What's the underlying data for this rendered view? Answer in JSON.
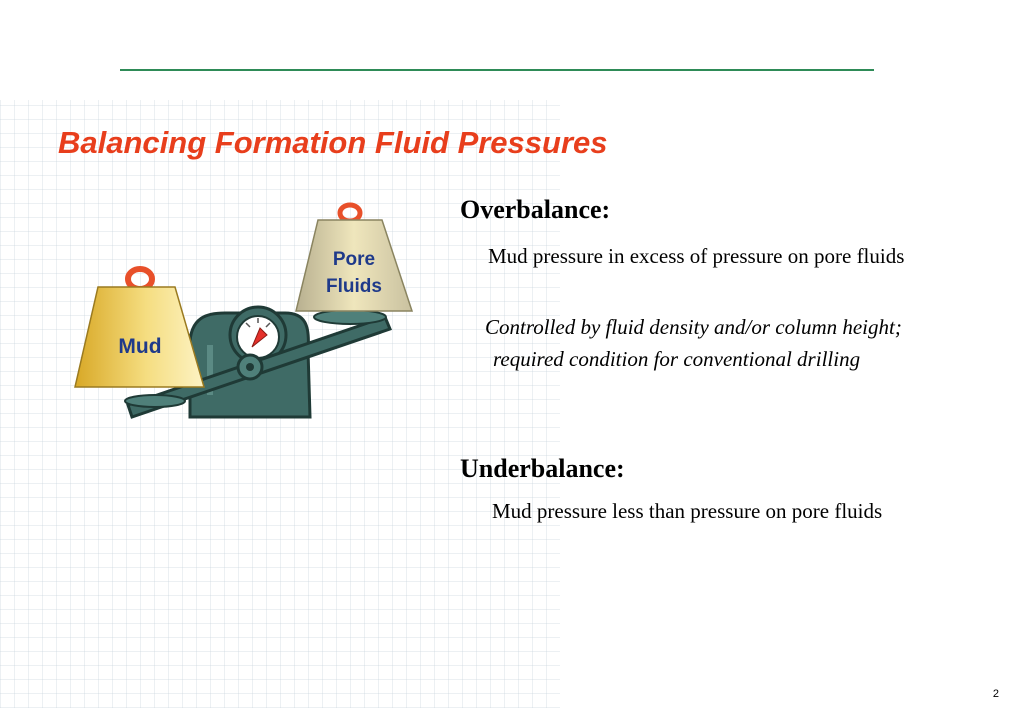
{
  "slide": {
    "title": "Balancing Formation Fluid Pressures",
    "page_number": "2"
  },
  "illustration": {
    "left_weight_label": "Mud",
    "right_weight_label_line1": "Pore",
    "right_weight_label_line2": "Fluids"
  },
  "overbalance": {
    "heading": "Overbalance:",
    "text1": "Mud pressure in excess of pressure on pore fluids",
    "text2": "Controlled by fluid density and/or column height; required condition for conventional drilling"
  },
  "underbalance": {
    "heading": "Underbalance:",
    "text1": "Mud pressure less than pressure on pore fluids"
  },
  "colors": {
    "title": "#e83e1c",
    "rule": "#2e8b57",
    "scale_body": "#3f6b66",
    "weight_gold": "#f2d46a",
    "weight_ring": "#e8502a",
    "label_blue": "#1f3a8a"
  }
}
